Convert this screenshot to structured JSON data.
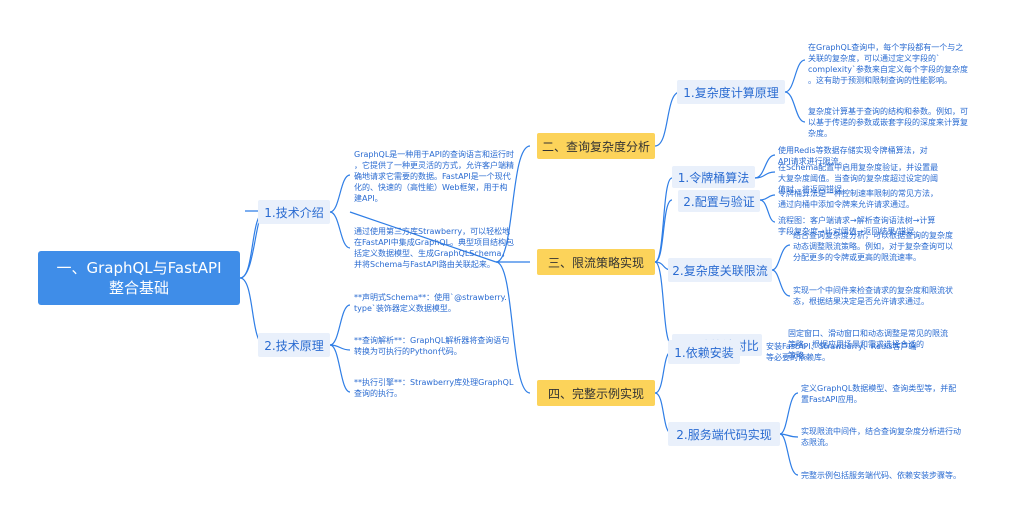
{
  "colors": {
    "root": "#3f8de8",
    "category": "#fcd35a",
    "subtopic": "#e9f0fb",
    "line": "#2f7ee6",
    "text": "#2a6bd1"
  },
  "root": {
    "title": [
      "一、GraphQL与FastAPI",
      "整合基础"
    ]
  },
  "branches": {
    "b1": {
      "label": "1.技术介绍",
      "leaves": [
        [
          "GraphQL是一种用于API的查询语言和运行时",
          "，它提供了一种更灵活的方式，允许客户端精",
          "确地请求它需要的数据。FastAPI是一个现代",
          "化的、快速的（高性能）Web框架，用于构",
          "建API。"
        ],
        [
          "通过使用第三方库Strawberry，可以轻松地",
          "在FastAPI中集成GraphQL。典型项目结构包",
          "括定义数据模型、生成GraphQLSchema，",
          "并将Schema与FastAPI路由关联起来。"
        ]
      ]
    },
    "b2": {
      "label": "2.技术原理",
      "leaves": [
        [
          "**声明式Schema**：使用`@strawberry.",
          "type`装饰器定义数据模型。"
        ],
        [
          "**查询解析**：GraphQL解析器将查询语句",
          "转换为可执行的Python代码。"
        ],
        [
          "**执行引擎**：Strawberry库处理GraphQL",
          "查询的执行。"
        ]
      ]
    },
    "c2": {
      "label": "二、查询复杂度分析",
      "subs": [
        {
          "label": "1.复杂度计算原理",
          "leaves": [
            [
              "在GraphQL查询中，每个字段都有一个与之",
              "关联的复杂度，可以通过定义字段的`",
              "complexity`参数来自定义每个字段的复杂度",
              "。这有助于预测和限制查询的性能影响。"
            ],
            [
              "复杂度计算基于查询的结构和参数。例如，可",
              "以基于传递的参数或嵌套字段的深度来计算复",
              "杂度。"
            ]
          ]
        }
      ]
    },
    "c3": {
      "label": "三、限流策略实现",
      "subs": [
        {
          "label": "1.令牌桶算法",
          "leaves": [
            [
              "使用Redis等数据存储实现令牌桶算法，对",
              "API请求进行限流。"
            ],
            [
              "在Schema配置中启用复杂度验证，并设置最",
              "大复杂度阈值。当查询的复杂度超过设定的阈",
              "值时，将返回错误。"
            ]
          ]
        },
        {
          "label": "2.配置与验证",
          "leaves": [
            [
              "令牌桶算法是一种控制速率限制的常见方法，",
              "通过向桶中添加令牌来允许请求通过。"
            ],
            [
              "流程图：客户端请求→解析查询语法树→计算",
              "字段复杂度→比对阈值→返回结果/错误"
            ]
          ]
        },
        {
          "label": "2.复杂度关联限流",
          "leaves": [
            [
              "结合查询复杂度分析，可以根据查询的复杂度",
              "动态调整限流策略。例如，对于复杂查询可以",
              "分配更多的令牌或更高的限流速率。"
            ],
            [
              "实现一个中间件来检查请求的复杂度和限流状",
              "态，根据结果决定是否允许请求通过。"
            ]
          ]
        },
        {
          "label": "3.限流算法对比",
          "leaves": [
            [
              "固定窗口、滑动窗口和动态调整是常见的限流",
              "策略，根据应用场景和需求选择合适的",
              "策略。"
            ]
          ]
        }
      ]
    },
    "c4": {
      "label": "四、完整示例实现",
      "subs": [
        {
          "label": "1.依赖安装",
          "leaves": [
            [
              "安装FastAPI、Strawberry、Redis客户端",
              "等必要的依赖库。"
            ]
          ]
        },
        {
          "label": "2.服务端代码实现",
          "leaves": [
            [
              "定义GraphQL数据模型、查询类型等，并配",
              "置FastAPI应用。"
            ],
            [
              "实现限流中间件，结合查询复杂度分析进行动",
              "态限流。"
            ],
            [
              "完整示例包括服务端代码、依赖安装步骤等。"
            ]
          ]
        }
      ]
    }
  }
}
